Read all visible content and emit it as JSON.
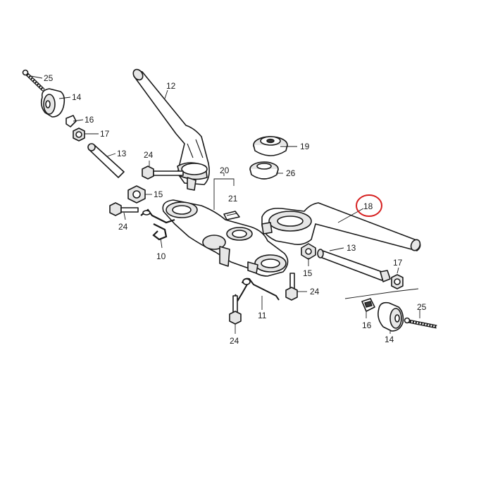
{
  "callouts": {
    "c25a": "25",
    "c14a": "14",
    "c16a": "16",
    "c17a": "17",
    "c13a": "13",
    "c12": "12",
    "c24a": "24",
    "c15a": "15",
    "c20": "20",
    "c21": "21",
    "c19": "19",
    "c26": "26",
    "c18": "18",
    "c24b": "24",
    "c10": "10",
    "c13b": "13",
    "c17b": "17",
    "c15b": "15",
    "c24c": "24",
    "c11": "11",
    "c24d": "24",
    "c25b": "25",
    "c16b": "16",
    "c14b": "14"
  },
  "highlight": {
    "callout": "18",
    "color": "#d62020"
  }
}
